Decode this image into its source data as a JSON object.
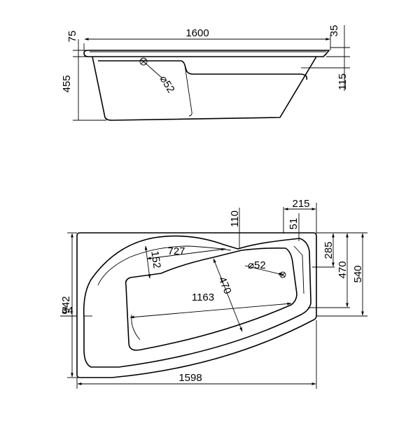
{
  "drawing": {
    "side_view": {
      "length": "1600",
      "rim_height": "75",
      "total_height": "455",
      "rim_right": "35",
      "end_height": "115",
      "drain_diameter": "⌀52"
    },
    "top_view": {
      "head_offset": "110",
      "rim_offset": "51",
      "right_width": "215",
      "depth_285": "285",
      "depth_470": "470",
      "depth_540": "540",
      "total_width": "942",
      "left_rim": "34",
      "length": "1598",
      "inner_length": "1163",
      "inner_width": "470",
      "seat_length": "727",
      "seat_width": "152",
      "drain_diameter": "⌀52"
    }
  }
}
